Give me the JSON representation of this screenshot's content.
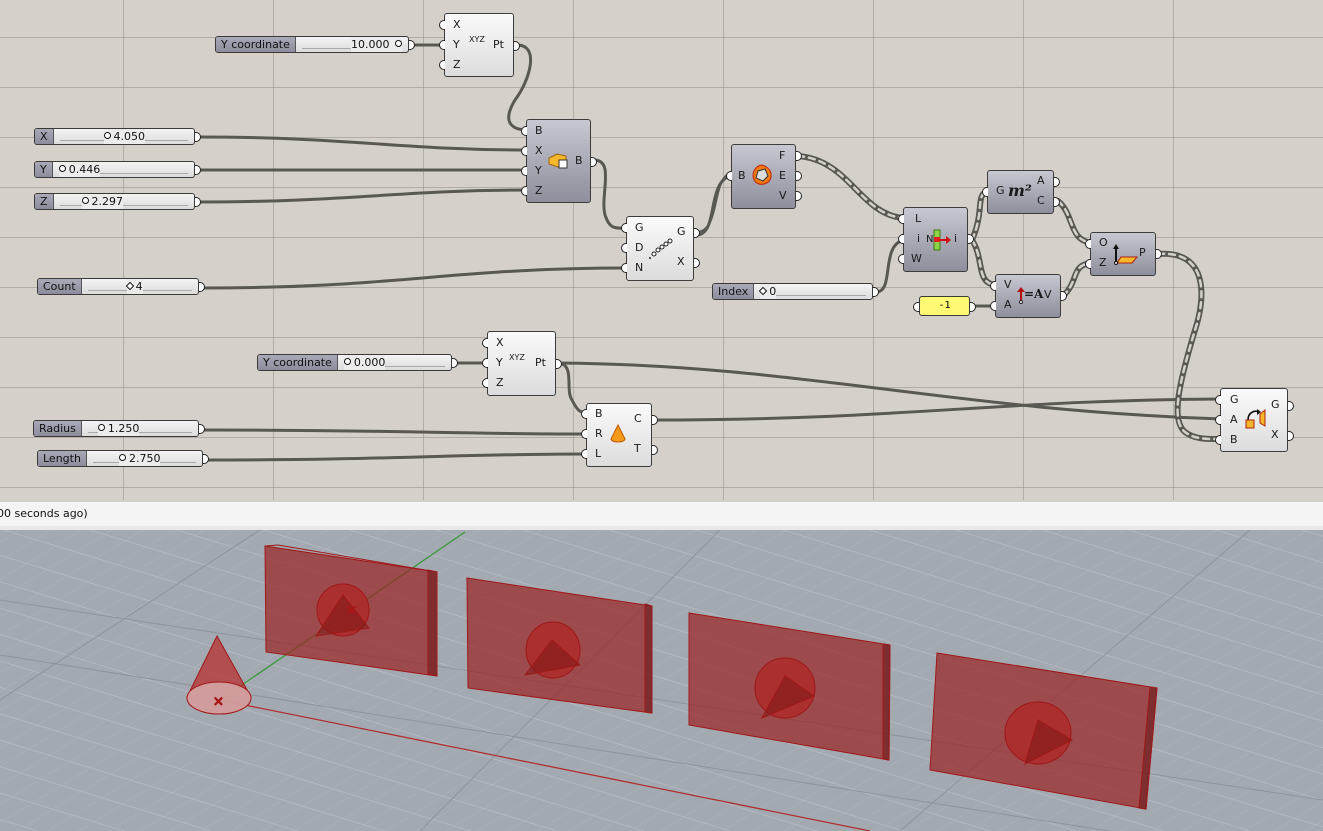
{
  "canvas": {
    "background": "#d5d1ca",
    "sliders": [
      {
        "id": "y-coord-1",
        "label": "Y coordinate",
        "value": "10.000",
        "type": "float"
      },
      {
        "id": "x",
        "label": "X",
        "value": "4.050",
        "type": "float"
      },
      {
        "id": "y",
        "label": "Y",
        "value": "0.446",
        "type": "float"
      },
      {
        "id": "z",
        "label": "Z",
        "value": "2.297",
        "type": "float"
      },
      {
        "id": "count",
        "label": "Count",
        "value": "4",
        "type": "int"
      },
      {
        "id": "index",
        "label": "Index",
        "value": "0",
        "type": "int"
      },
      {
        "id": "y-coord-2",
        "label": "Y coordinate",
        "value": "0.000",
        "type": "float"
      },
      {
        "id": "radius",
        "label": "Radius",
        "value": "1.250",
        "type": "float"
      },
      {
        "id": "length",
        "label": "Length",
        "value": "2.750",
        "type": "float"
      }
    ],
    "panel": {
      "value": "-1",
      "color": "#fff873"
    },
    "components": {
      "construct_point_1": {
        "icon": "construct-point-icon",
        "inputs": [
          "X",
          "Y",
          "Z"
        ],
        "outputs": [
          "Pt"
        ],
        "icon_label": "XYZ"
      },
      "center_box": {
        "icon": "box-icon",
        "inputs": [
          "B",
          "X",
          "Y",
          "Z"
        ],
        "outputs": [
          "B"
        ]
      },
      "linear_array": {
        "icon": "linear-array-icon",
        "inputs": [
          "G",
          "D",
          "N"
        ],
        "outputs": [
          "G",
          "X"
        ]
      },
      "deconstruct_brep": {
        "icon": "deconstruct-brep-icon",
        "inputs": [
          "B"
        ],
        "outputs": [
          "F",
          "E",
          "V"
        ]
      },
      "list_item": {
        "icon": "list-item-icon",
        "inputs": [
          "L",
          "i",
          "W"
        ],
        "outputs": [
          "i"
        ],
        "center": "N"
      },
      "area": {
        "icon": "area-icon",
        "inputs": [
          "G"
        ],
        "outputs": [
          "A",
          "C"
        ],
        "center": "m²"
      },
      "amplitude": {
        "icon": "amplitude-icon",
        "inputs": [
          "V",
          "A"
        ],
        "outputs": [
          "V"
        ],
        "center": "=A"
      },
      "plane_normal": {
        "icon": "plane-normal-icon",
        "inputs": [
          "O",
          "Z"
        ],
        "outputs": [
          "P"
        ]
      },
      "construct_point_2": {
        "icon": "construct-point-icon",
        "inputs": [
          "X",
          "Y",
          "Z"
        ],
        "outputs": [
          "Pt"
        ],
        "icon_label": "XYZ"
      },
      "cone": {
        "icon": "cone-icon",
        "inputs": [
          "B",
          "R",
          "L"
        ],
        "outputs": [
          "C",
          "T"
        ]
      },
      "orient": {
        "icon": "orient-icon",
        "inputs": [
          "G",
          "A",
          "B"
        ],
        "outputs": [
          "G",
          "X"
        ]
      }
    }
  },
  "statusbar": {
    "text": "00 seconds ago)"
  },
  "viewport": {
    "background": "#a3a9b1",
    "geometry_color": "#b22222",
    "x_axis_color": "#b03030",
    "y_axis_color": "#3a9a3a",
    "boxes": 4,
    "cone": 1
  }
}
